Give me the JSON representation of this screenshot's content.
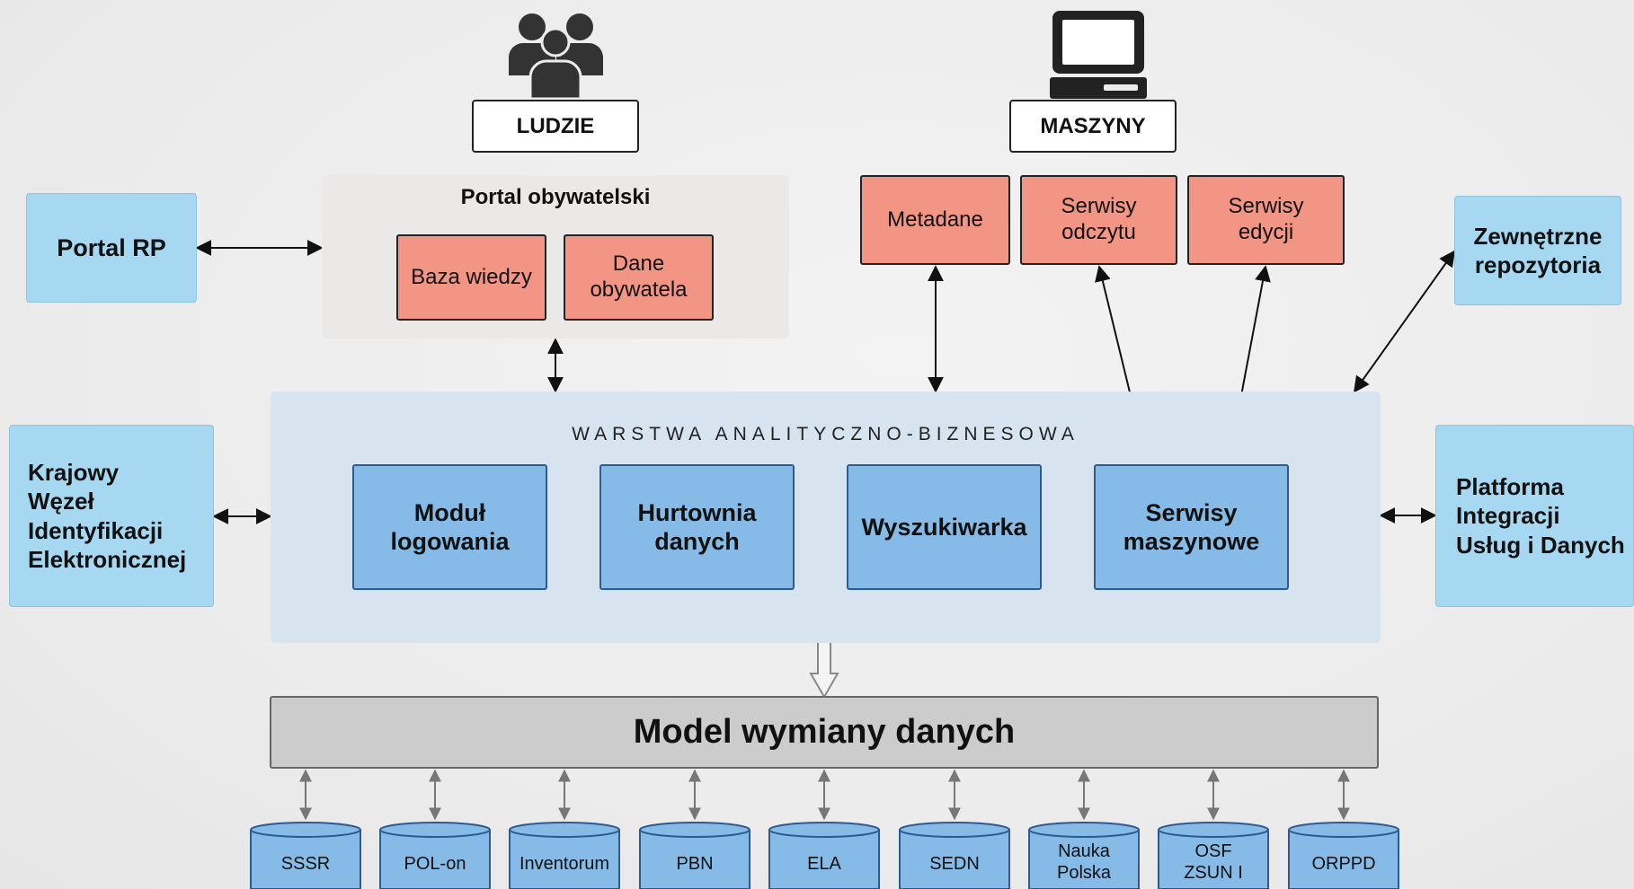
{
  "actors": {
    "people_label": "LUDZIE",
    "people_icon": "people-group-icon",
    "machines_label": "MASZYNY",
    "machines_icon": "computer-icon"
  },
  "portal_obywatelski": {
    "title": "Portal obywatelski",
    "baza_wiedzy": "Baza wiedzy",
    "dane_obywatela": "Dane\nobywatela"
  },
  "machine_services": {
    "metadane": "Metadane",
    "serwisy_odczytu": "Serwisy\nodczytu",
    "serwisy_edycji": "Serwisy\nedycji"
  },
  "external": {
    "portal_rp": "Portal RP",
    "zewnetrzne_repozytoria": "Zewnętrzne\nrepozytoria",
    "krajowy_wezel": "Krajowy\nWęzeł\nIdentyfikacji\nElektronicznej",
    "platforma": "Platforma\nIntegracji\nUsług i Danych"
  },
  "business_layer": {
    "title": "WARSTWA ANALITYCZNO-BIZNESOWA",
    "modul_logowania": "Moduł\nlogowania",
    "hurtownia_danych": "Hurtownia\ndanych",
    "wyszukiwarka": "Wyszukiwarka",
    "serwisy_maszynowe": "Serwisy\nmaszynowe"
  },
  "model": {
    "title": "Model wymiany danych"
  },
  "databases": [
    "SSSR",
    "POL-on",
    "Inventorum",
    "PBN",
    "ELA",
    "SEDN",
    "Nauka\nPolska",
    "OSF\nZSUN I",
    "ORPPD"
  ],
  "colors": {
    "light_blue": "#a6d8f2",
    "module_blue": "#85bbe6",
    "salmon": "#f29585",
    "db_blue": "#85bbe6",
    "model_grey": "#cccccc"
  }
}
